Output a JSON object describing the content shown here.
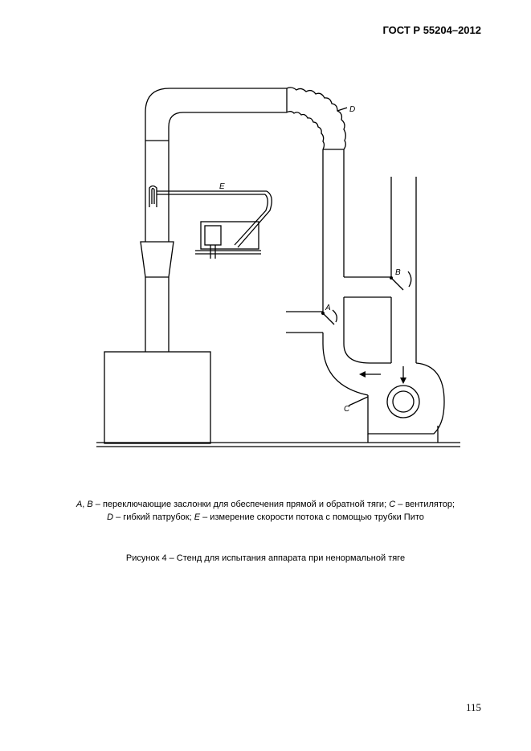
{
  "header": {
    "standard": "ГОСТ Р 55204–2012"
  },
  "figure": {
    "labels": {
      "A": "A",
      "B": "B",
      "C": "C",
      "D": "D",
      "E": "E"
    }
  },
  "legend": {
    "line1_A": "A",
    "line1_sep1": ", ",
    "line1_B": "B",
    "line1_text1": " – переключающие заслонки для обеспечения прямой и обратной тяги; ",
    "line1_C": "C",
    "line1_text2": " – вентилятор;",
    "line2_D": "D",
    "line2_text1": " – гибкий патрубок; ",
    "line2_E": "E",
    "line2_text2": " – измерение скорости потока с помощью трубки Пито"
  },
  "caption": "Рисунок 4 – Стенд для испытания аппарата при ненормальной тяге",
  "page_number": "115"
}
